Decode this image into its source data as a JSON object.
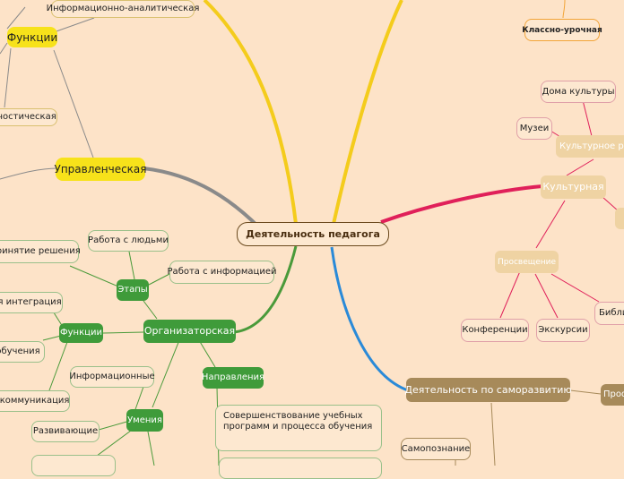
{
  "center": "Деятельность педагога",
  "management": {
    "label": "Управленческая",
    "functions": "Функции",
    "info_analytic": "Информационно-аналитическая",
    "diagnostic": "гностическая"
  },
  "organizational": {
    "label": "Организаторская",
    "stages": "Этапы",
    "work_people": "Работа с людьми",
    "work_info": "Работа с информацией",
    "decision": "Принятие решения",
    "functions": "Функции",
    "integration": "ая интеграция",
    "learning": "обучения",
    "communication": "я коммуникация",
    "directions": "Направления",
    "improvement": "Совершенствование учебных программ и процесса обучения",
    "skills": "Умения",
    "informational": "Информационные",
    "developing": "Развивающие"
  },
  "classroom": "Классно-урочная",
  "cultural": {
    "label": "Культурная",
    "culture_dev": "Культурное разв",
    "culture_houses": "Дома культуры",
    "museums": "Музеи",
    "enlightenment": "Просвещение",
    "conferences": "Конференции",
    "excursions": "Экскурсии",
    "libraries": "Библи"
  },
  "self_dev": {
    "label": "Деятельность по саморазвитию",
    "prof": "Проф",
    "self_knowledge": "Самопознание"
  },
  "colors": {
    "background": "#fde3c8",
    "yellow_branch": "#f4cc1c",
    "gray_branch": "#8a8a8a",
    "green_branch": "#4a9a3a",
    "red_branch": "#e0205a",
    "blue_branch": "#2a8ad8",
    "orange_branch": "#f2a438"
  }
}
